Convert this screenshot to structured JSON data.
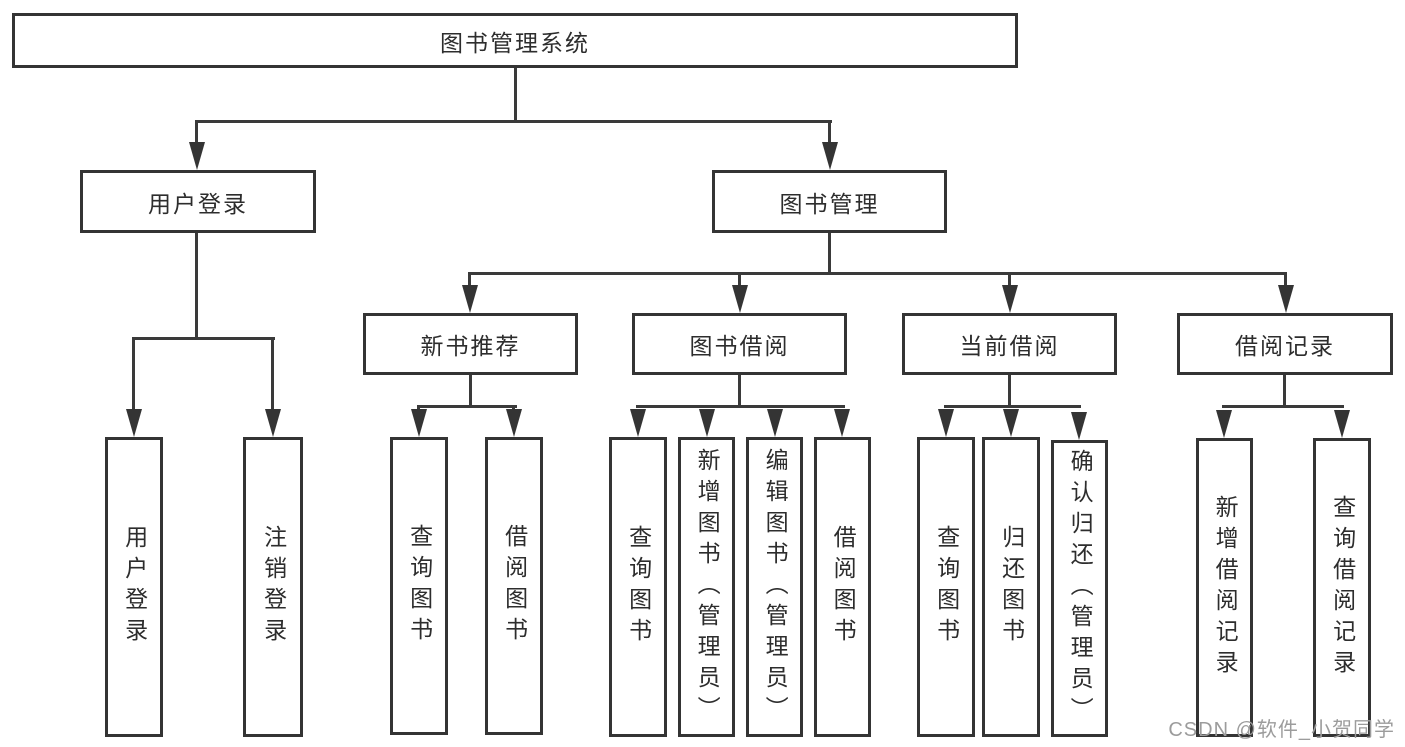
{
  "diagram": {
    "root": {
      "label": "图书管理系统"
    },
    "level2": [
      {
        "label": "用户登录",
        "children": [
          {
            "label": "用户登录"
          },
          {
            "label": "注销登录"
          }
        ]
      },
      {
        "label": "图书管理",
        "children": [
          {
            "label": "新书推荐",
            "children": [
              {
                "label": "查询图书"
              },
              {
                "label": "借阅图书"
              }
            ]
          },
          {
            "label": "图书借阅",
            "children": [
              {
                "label": "查询图书"
              },
              {
                "label": "新增图书（管理员）"
              },
              {
                "label": "编辑图书（管理员）"
              },
              {
                "label": "借阅图书"
              }
            ]
          },
          {
            "label": "当前借阅",
            "children": [
              {
                "label": "查询图书"
              },
              {
                "label": "归还图书"
              },
              {
                "label": "确认归还（管理员）"
              }
            ]
          },
          {
            "label": "借阅记录",
            "children": [
              {
                "label": "新增借阅记录"
              },
              {
                "label": "查询借阅记录"
              }
            ]
          }
        ]
      }
    ]
  },
  "watermark": "CSDN @软件_小贺同学",
  "colors": {
    "background": "#ffffff",
    "box_border": "#343434",
    "connector": "#3a3a3a",
    "text": "#2d2d2d",
    "watermark": "#9c9c9c"
  }
}
